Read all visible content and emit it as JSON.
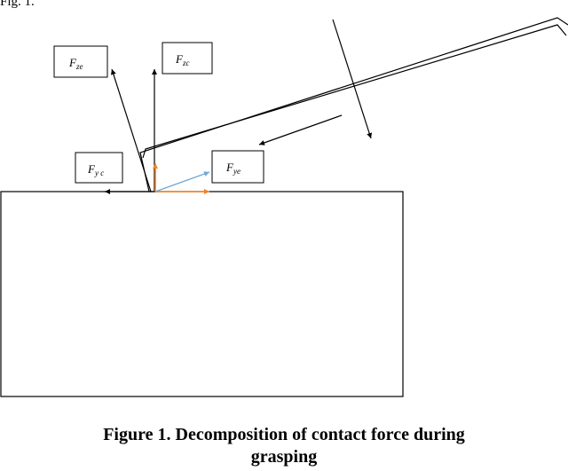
{
  "header_fragment": "Fig. 1.",
  "labels": {
    "f_ze": {
      "main": "F",
      "sub": "ze"
    },
    "f_zc": {
      "main": "F",
      "sub": "zc"
    },
    "f_yc": {
      "main": "F",
      "sub": "y c"
    },
    "f_ye": {
      "main": "F",
      "sub": "ye"
    }
  },
  "caption": {
    "line1": "Figure 1. Decomposition of contact force during",
    "line2": "grasping"
  },
  "colors": {
    "ink": "#000000",
    "orange_vector": "#f5821f",
    "blue_vector": "#6fa8d6"
  }
}
